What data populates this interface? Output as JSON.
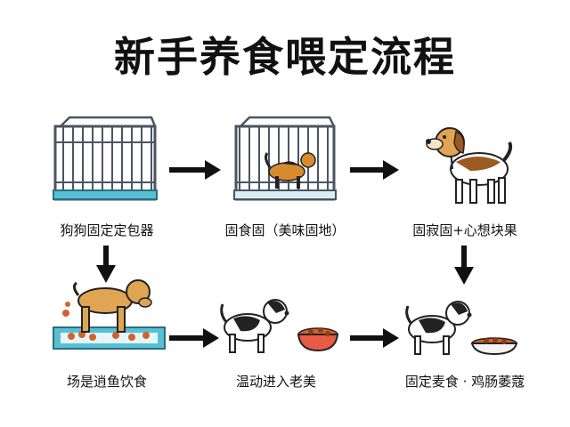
{
  "title": "新手养食喂定流程",
  "steps": [
    {
      "label": "狗狗固定定包器"
    },
    {
      "label": "固食固（美味固地）"
    },
    {
      "label": "固寂固+心想块果"
    },
    {
      "label": "场是逍鱼饮食"
    },
    {
      "label": "温动进入老美"
    },
    {
      "label": "固定麦食 · 鸡肠萎蔻"
    }
  ],
  "colors": {
    "cage": "#4a5563",
    "tray": "#57c0d4",
    "dog_tan": "#e0a552",
    "dog_brown": "#9a5a22",
    "dog_black": "#222222",
    "food": "#d2622c",
    "bowl": "#e85b45",
    "arrow": "#111111"
  }
}
